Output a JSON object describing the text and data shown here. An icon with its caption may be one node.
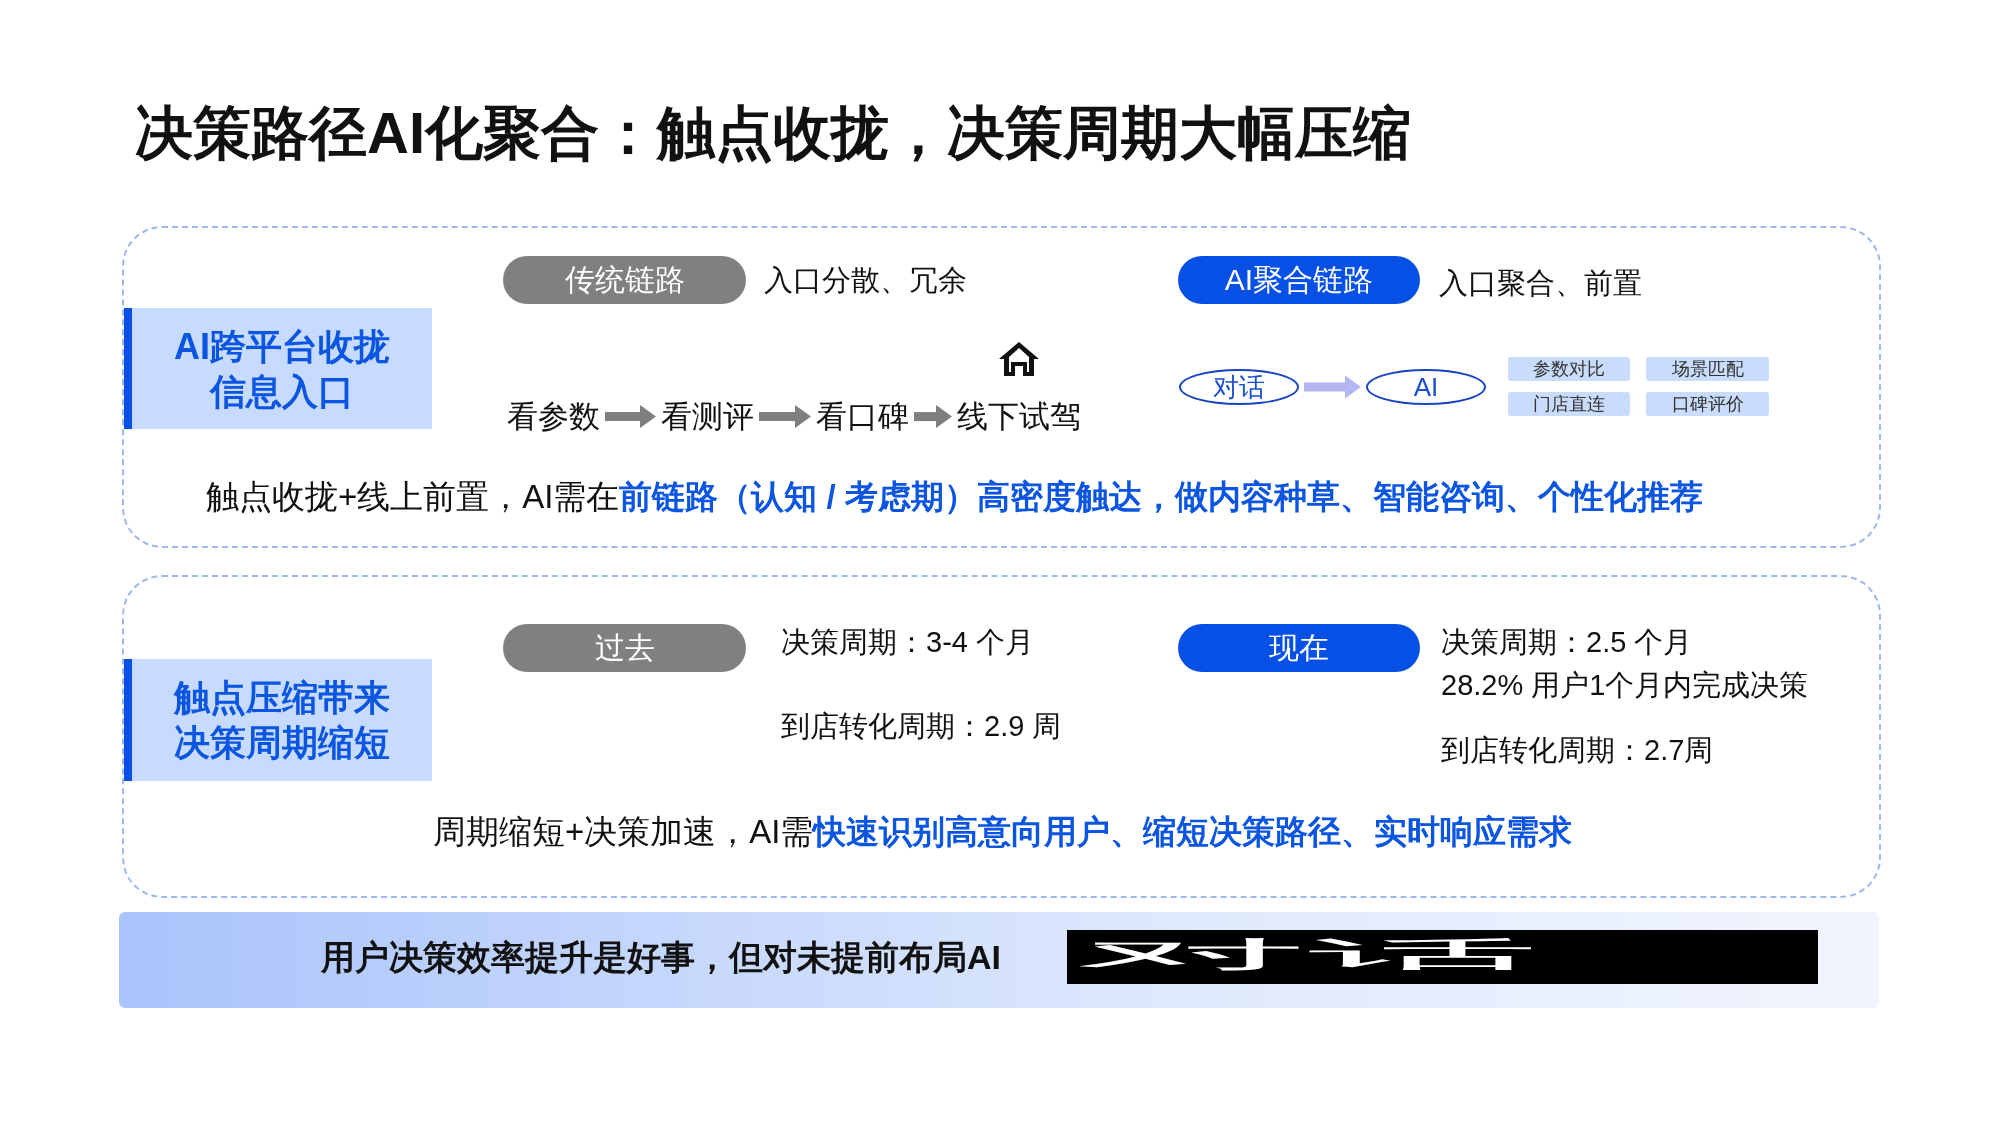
{
  "diagram": {
    "title": "决策路径AI化聚合：触点收拢，决策周期大幅压缩",
    "nodes": [
      {
        "text": [
          "触点收拢+线上前置，AI需在**前链路（认知 / 考虑期）高密度触达，做内容种草、智能咨询、个性化推荐**"
        ]
      },
      {
        "text": [
          "AI跨平台收拢信息入口"
        ],
        "in": 0
      },
      {
        "text": [
          "传统链路"
        ],
        "in": 0,
        "beside": [
          "入口分散、冗余"
        ]
      },
      {
        "text": [
          "AI聚合链路"
        ],
        "in": 0,
        "beside": [
          "入口聚合、前置"
        ]
      },
      {
        "text": [
          "看参数"
        ],
        "in": 0
      },
      {
        "text": [
          "看测评"
        ],
        "in": 0
      },
      {
        "text": [
          "看口碑"
        ],
        "in": 0
      },
      {
        "text": [
          "线下试驾"
        ],
        "in": 0
      },
      {
        "text": [
          "对话"
        ],
        "in": 0
      },
      {
        "text": [
          "AI"
        ],
        "in": 0
      },
      {
        "text": [
          "参数对比"
        ],
        "in": 0
      },
      {
        "text": [
          "场景匹配"
        ],
        "in": 0
      },
      {
        "text": [
          "门店直连"
        ],
        "in": 0
      },
      {
        "text": [
          "口碑评价"
        ],
        "in": 0
      },
      {
        "text": [
          "周期缩短+决策加速，AI需**快速识别高意向用户、缩短决策路径、实时响应需求**"
        ]
      },
      {
        "text": [
          "触点压缩带来决策周期缩短"
        ],
        "in": 14
      },
      {
        "text": [
          "过去"
        ],
        "in": 14,
        "beside": [
          "决策周期：3-4 个月",
          "到店转化周期：2.9 周"
        ]
      },
      {
        "text": [
          "现在"
        ],
        "in": 14,
        "beside": [
          "决策周期：2.5 个月",
          "28.2% 用户1个月内完成决策",
          "到店转化周期：2.7周"
        ]
      },
      {
        "text": [
          "用户决策效率提升是好事，但对未提前布局AI",
          "对话"
        ]
      }
    ],
    "edges": [
      {
        "from": 4,
        "to": 5,
        "arrow": "to"
      },
      {
        "from": 5,
        "to": 6,
        "arrow": "to"
      },
      {
        "from": 6,
        "to": 7,
        "arrow": "to"
      },
      {
        "from": 8,
        "to": 9,
        "arrow": "to",
        "color": "#b4b6f2"
      }
    ]
  }
}
